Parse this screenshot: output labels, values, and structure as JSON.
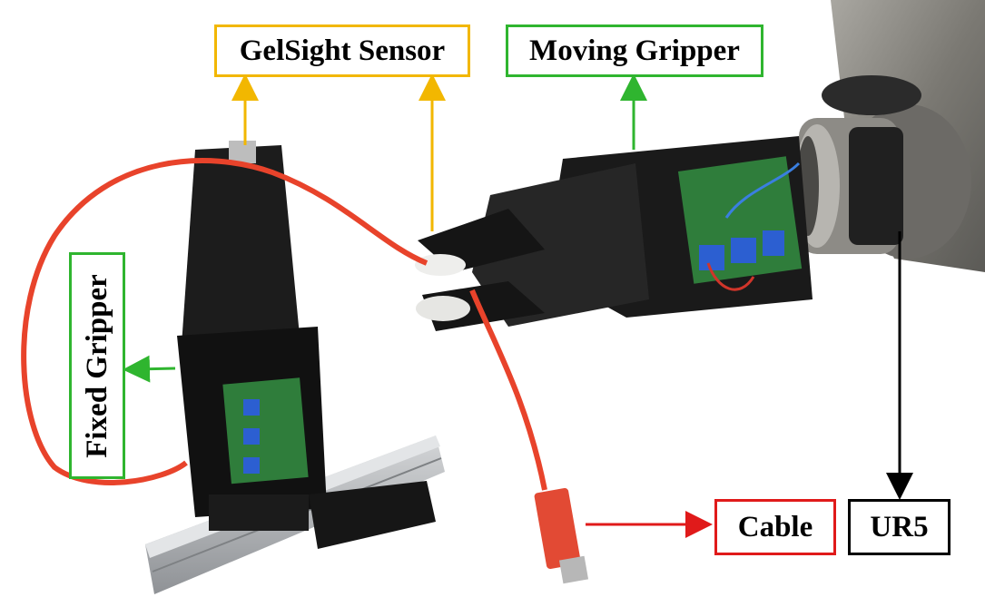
{
  "labels": {
    "gelsight_sensor": "GelSight Sensor",
    "moving_gripper": "Moving Gripper",
    "fixed_gripper": "Fixed Gripper",
    "cable": "Cable",
    "ur5": "UR5"
  },
  "colors": {
    "gelsight_border": "#f2b700",
    "gripper_border": "#2fb52f",
    "cable_border": "#e01a1a",
    "ur5_border": "#000000",
    "cable": "#e8432b",
    "gripper_body": "#1a1a1a",
    "pcb": "#2f7d3b",
    "robot_arm": "#8c8a84",
    "rail": "#b9bcbf"
  }
}
